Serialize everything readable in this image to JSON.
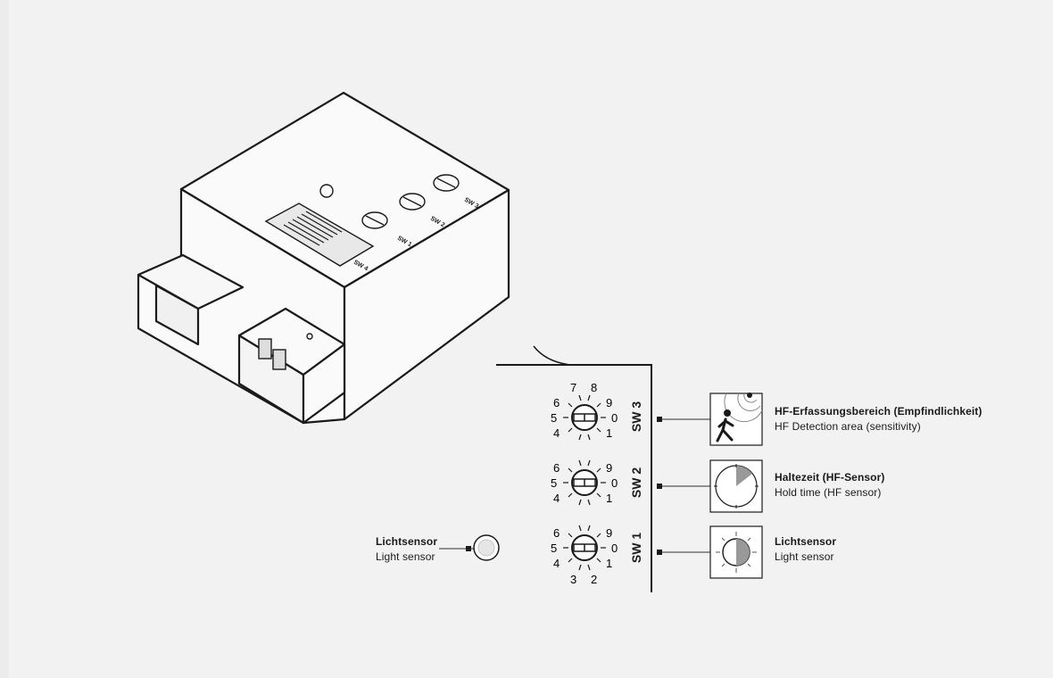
{
  "switches": [
    {
      "id": "sw3",
      "label": "SW 3",
      "dial_numbers": [
        "7",
        "8",
        "9",
        "0",
        "1",
        "4",
        "5",
        "6"
      ]
    },
    {
      "id": "sw2",
      "label": "SW 2",
      "dial_numbers": [
        "9",
        "0",
        "1",
        "4",
        "5",
        "6"
      ]
    },
    {
      "id": "sw1",
      "label": "SW 1",
      "dial_numbers": [
        "9",
        "0",
        "1",
        "2",
        "3",
        "4",
        "5",
        "6"
      ]
    }
  ],
  "descriptions": {
    "sw3": {
      "de": "HF-Erfassungsbereich (Empfindlichkeit)",
      "en": "HF Detection area (sensitivity)",
      "icon": "walking-person-icon"
    },
    "sw2": {
      "de": "Haltezeit (HF-Sensor)",
      "en": "Hold time (HF sensor)",
      "icon": "clock-icon"
    },
    "sw1": {
      "de": "Lichtsensor",
      "en": "Light sensor",
      "icon": "sun-icon"
    }
  },
  "light_sensor": {
    "de": "Lichtsensor",
    "en": "Light sensor",
    "icon": "light-sensor-icon"
  },
  "device_labels": {
    "sw4": "SW 4",
    "sw1": "SW 1",
    "sw2": "SW 2",
    "sw3": "SW 3"
  },
  "colors": {
    "background": "#f2f2f2",
    "line": "#1a1a1a",
    "shade": "#999999"
  }
}
